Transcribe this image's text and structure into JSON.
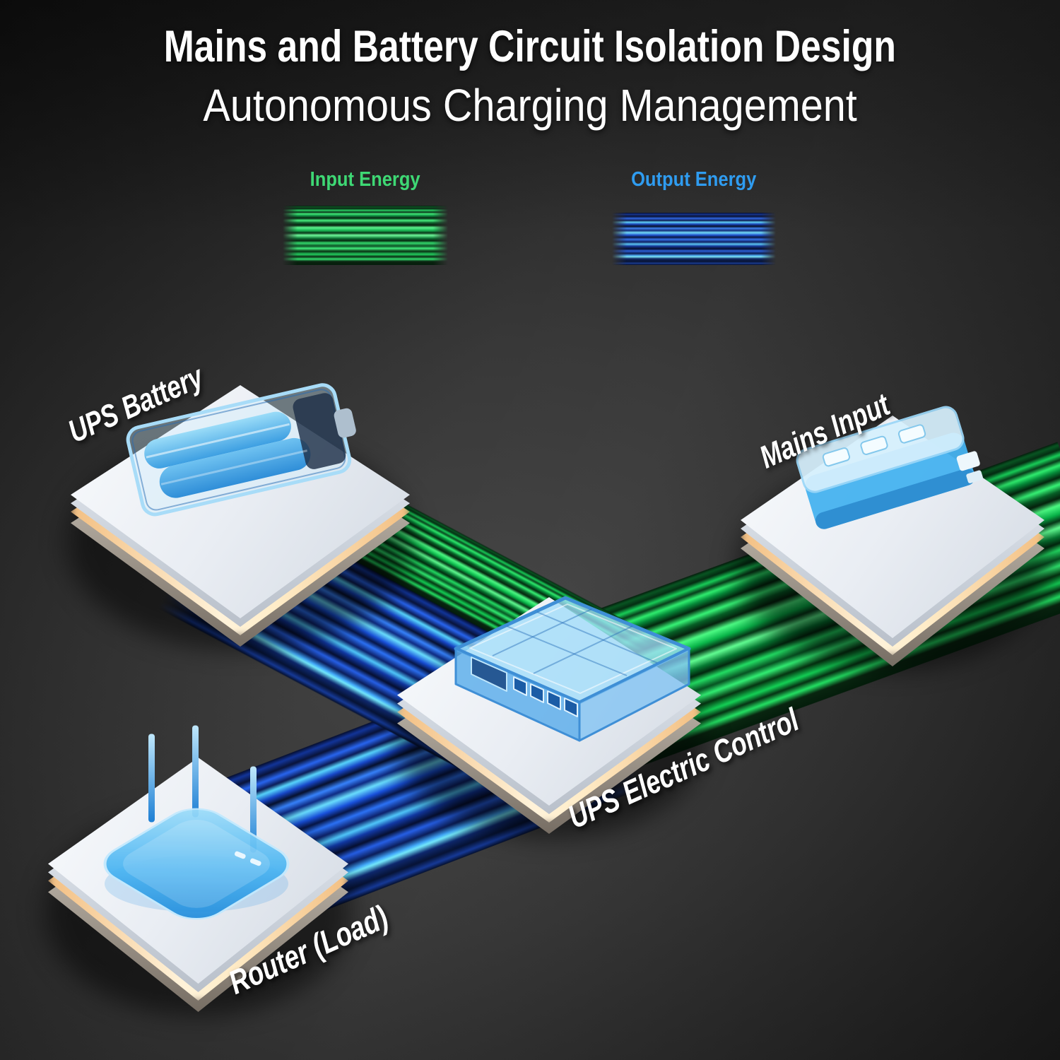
{
  "title": {
    "line1": "Mains and Battery Circuit Isolation Design",
    "line2": "Autonomous Charging Management"
  },
  "legend": {
    "input": {
      "label": "Input Energy",
      "text_color": "#3ed874",
      "beam_color": "#2ee06d"
    },
    "output": {
      "label": "Output Energy",
      "text_color": "#2f9cf0",
      "beam_color": "#2f7ff7"
    }
  },
  "nodes": {
    "battery": {
      "label": "UPS Battery"
    },
    "mains": {
      "label": "Mains Input"
    },
    "control": {
      "label": "UPS Electric Control"
    },
    "router": {
      "label": "Router (Load)"
    }
  },
  "colors": {
    "background": "#2e2e2e",
    "platform_top": "#edf1f6",
    "platform_glow": "#ffedc9",
    "device_blue": "#4fb3ee"
  }
}
